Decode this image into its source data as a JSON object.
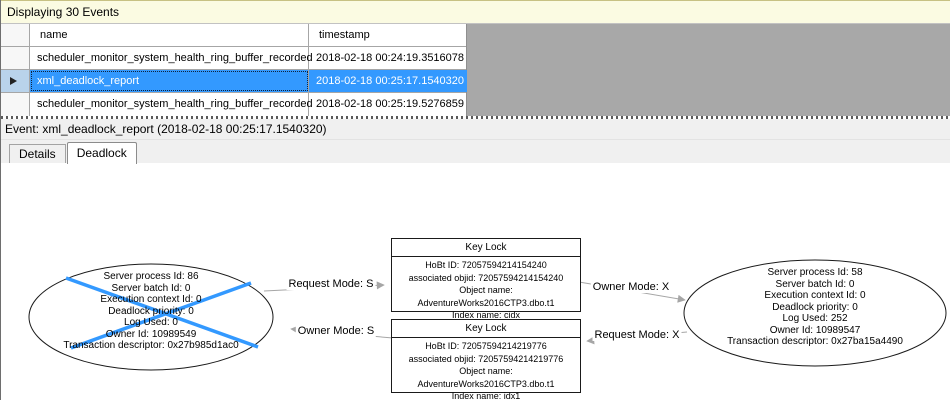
{
  "info_bar": {
    "text": "Displaying 30 Events"
  },
  "events_grid": {
    "columns": [
      {
        "label": "name"
      },
      {
        "label": "timestamp"
      }
    ],
    "rows": [
      {
        "name": "scheduler_monitor_system_health_ring_buffer_recorded",
        "timestamp": "2018-02-18 00:24:19.3516078",
        "selected": false
      },
      {
        "name": "xml_deadlock_report",
        "timestamp": "2018-02-18 00:25:17.1540320",
        "selected": true
      },
      {
        "name": "scheduler_monitor_system_health_ring_buffer_recorded",
        "timestamp": "2018-02-18 00:25:19.5276859",
        "selected": false
      }
    ]
  },
  "event_header": {
    "text": "Event: xml_deadlock_report (2018-02-18 00:25:17.1540320)"
  },
  "tabs": [
    {
      "label": "Details",
      "active": false
    },
    {
      "label": "Deadlock",
      "active": true
    }
  ],
  "deadlock_graph": {
    "processes": [
      {
        "role": "deadlock-victim",
        "lines": [
          "Server process Id: 86",
          "Server batch Id: 0",
          "Execution context Id: 0",
          "Deadlock priority: 0",
          "Log Used: 0",
          "Owner Id: 10989549",
          "Transaction descriptor: 0x27b985d1ac0"
        ]
      },
      {
        "role": "survivor",
        "lines": [
          "Server process Id: 58",
          "Server batch Id: 0",
          "Execution context Id: 0",
          "Deadlock priority: 0",
          "Log Used: 252",
          "Owner Id: 10989547",
          "Transaction descriptor: 0x27ba15a4490"
        ]
      }
    ],
    "locks": [
      {
        "title": "Key Lock",
        "lines": [
          "HoBt ID: 72057594214154240",
          "associated objid: 72057594214154240",
          "Object name: AdventureWorks2016CTP3.dbo.t1",
          "Index name: cidx"
        ]
      },
      {
        "title": "Key Lock",
        "lines": [
          "HoBt ID: 72057594214219776",
          "associated objid: 72057594214219776",
          "Object name: AdventureWorks2016CTP3.dbo.t1",
          "Index name: idx1"
        ]
      }
    ],
    "edges": [
      {
        "label": "Request Mode: S",
        "from": "process-86",
        "to": "key-lock-cidx"
      },
      {
        "label": "Owner Mode: S",
        "from": "key-lock-idx1",
        "to": "process-86"
      },
      {
        "label": "Owner Mode: X",
        "from": "key-lock-cidx",
        "to": "process-58"
      },
      {
        "label": "Request Mode: X",
        "from": "process-58",
        "to": "key-lock-idx1"
      }
    ]
  },
  "colors": {
    "selection_blue": "#3399ff",
    "victim_cross_blue": "#3399ff",
    "arrow_gray": "#a6a6a6",
    "info_bar_bg": "#fbfbe2",
    "grid_filler_gray": "#a8a8a8",
    "event_bar_bg": "#f0f0f0"
  }
}
